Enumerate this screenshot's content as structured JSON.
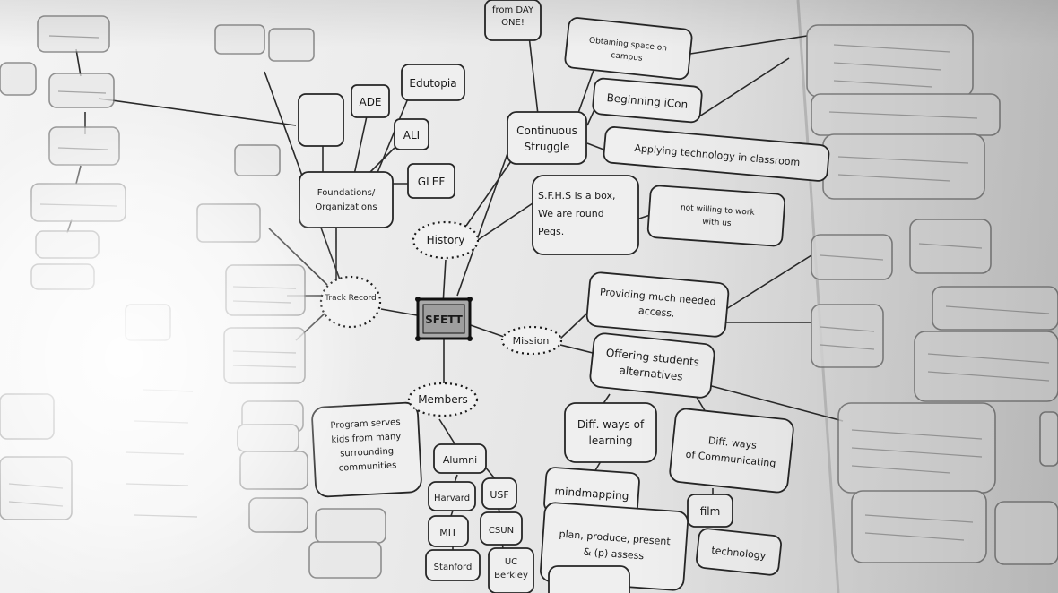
{
  "mindmap": {
    "center": "SFETT",
    "history": "History",
    "track_record": "Track Record",
    "mission": "Mission",
    "members": "Members",
    "continuous_struggle": [
      "Continuous",
      "Struggle"
    ],
    "from_day_one": [
      "from DAY",
      "ONE!"
    ],
    "obtaining_space": [
      "Obtaining space on",
      "campus"
    ],
    "beginning_icon": "Beginning iCon",
    "applying_tech": "Applying technology in classroom",
    "sfhs_box": [
      "S.F.H.S is a box,",
      "We are round",
      "Pegs."
    ],
    "not_willing": [
      "not willing to work",
      "with us"
    ],
    "foundations": [
      "Foundations/",
      "Organizations"
    ],
    "edutopia": "Edutopia",
    "ade": "ADE",
    "ali": "ALI",
    "glef": "GLEF",
    "providing_access": [
      "Providing much needed",
      "access."
    ],
    "offering_alternatives": [
      "Offering students",
      "alternatives"
    ],
    "diff_learning": [
      "Diff. ways of",
      "learning"
    ],
    "diff_communicating": [
      "Diff. ways",
      "of Communicating"
    ],
    "mindmapping": "mindmapping",
    "plan_produce": [
      "plan, produce, present",
      "& (p) assess"
    ],
    "film": "film",
    "technology": "technology",
    "program_serves": [
      "Program serves",
      "kids from many",
      "surrounding",
      "communities"
    ],
    "alumni": "Alumni",
    "harvard": "Harvard",
    "mit": "MIT",
    "stanford": "Stanford",
    "usf": "USF",
    "csun": "CSUN",
    "uc_berkeley": [
      "UC",
      "Berkley"
    ]
  }
}
